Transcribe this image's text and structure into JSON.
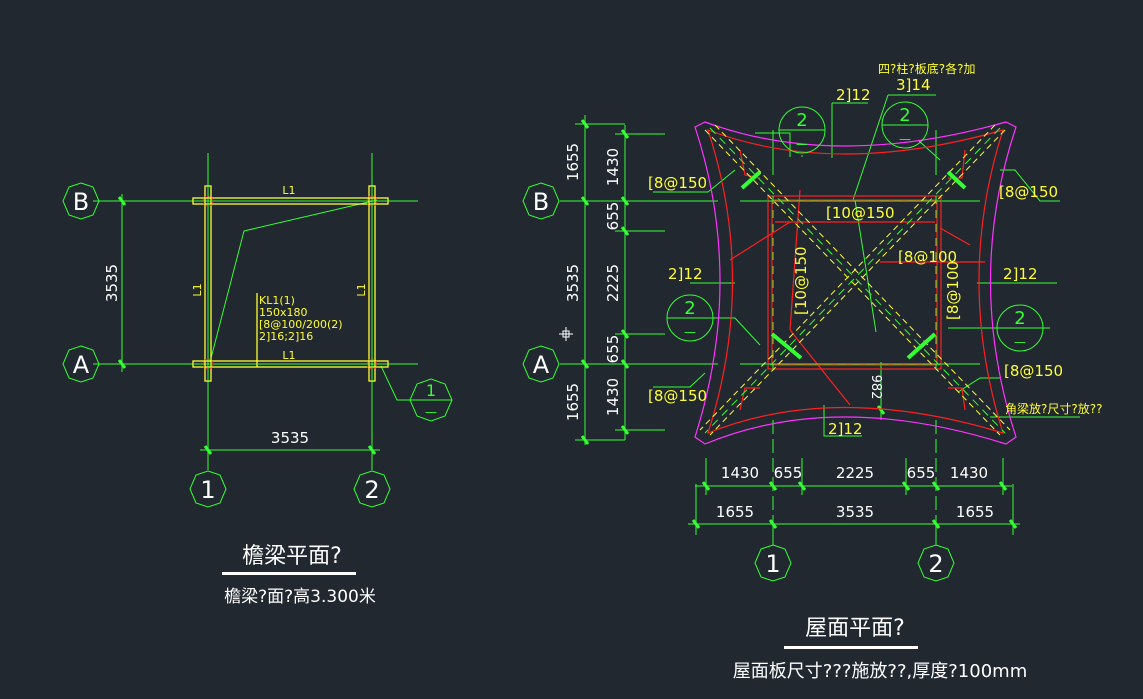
{
  "colors": {
    "background": "#212830",
    "axis_line": "#33ff33",
    "beam": "#ffff33",
    "rebar": "#ff2020",
    "slab_edge": "#ff33ff",
    "text_white": "#ffffff"
  },
  "left_plan": {
    "axis_labels": {
      "B": "B",
      "A": "A",
      "one": "1",
      "two": "2"
    },
    "dim_vertical": "3535",
    "dim_horizontal": "3535",
    "beam_labels": {
      "top": "L1",
      "bottom": "L1",
      "left": "L1",
      "right": "L1"
    },
    "beam_annotation": [
      "KL1(1)",
      "150x180",
      "[8@100/200(2)",
      "2]16;2]16"
    ],
    "section_mark": {
      "number": "1",
      "sub": "—"
    },
    "title": "檐梁平面?",
    "subtitle": "檐梁?面?高3.300米"
  },
  "right_plan": {
    "axis_labels": {
      "B": "B",
      "A": "A",
      "one": "1",
      "two": "2"
    },
    "dims_vertical_outer": [
      "1655",
      "3535",
      "1655"
    ],
    "dims_vertical_inner": [
      "1430",
      "655",
      "2225",
      "655",
      "1430"
    ],
    "dims_horizontal_inner": [
      "1430",
      "655",
      "2225",
      "655",
      "1430"
    ],
    "dims_horizontal_outer": [
      "1655",
      "3535",
      "1655"
    ],
    "dim_982": "982",
    "rebar_labels": {
      "top_note": "四?柱?板底?各?加",
      "top_3_14": "3]14",
      "top_2_12": "2]12",
      "left_2_12": "2]12",
      "right_2_12": "2]12",
      "bottom_2_12": "2]12",
      "tl_8_150": "[8@150",
      "tr_8_150": "[8@150",
      "bl_8_150": "[8@150",
      "br_8_150": "[8@150",
      "top_10_150": "[10@150",
      "left_10_150": "[10@150",
      "center_8_100": "[8@100",
      "right_8_100": "[8@100",
      "corner_note": "角梁放?尺寸?放??"
    },
    "section_marks": {
      "number": "2",
      "sub": "—"
    },
    "title": "屋面平面?",
    "subtitle": "屋面板尺寸???施放??,厚度?100mm"
  }
}
